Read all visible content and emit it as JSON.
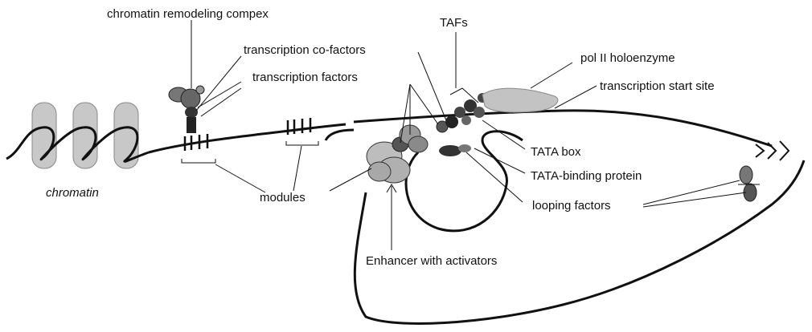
{
  "labels": {
    "chromatin_remodeling": "chromatin remodeling compex",
    "transcription_cofactors": "transcription co-factors",
    "transcription_factors": "transcription factors",
    "tafs": "TAFs",
    "pol2": "pol II holoenzyme",
    "tss": "transcription start site",
    "chromatin": "chromatin",
    "modules": "modules",
    "tata_box": "TATA box",
    "tbp": "TATA-binding protein",
    "looping_factors": "looping factors",
    "enhancer": "Enhancer with activators"
  },
  "colors": {
    "ink": "#111111",
    "protein_gray": "#9a9a9a",
    "protein_light": "#c8c8c8",
    "protein_dark": "#444444"
  }
}
